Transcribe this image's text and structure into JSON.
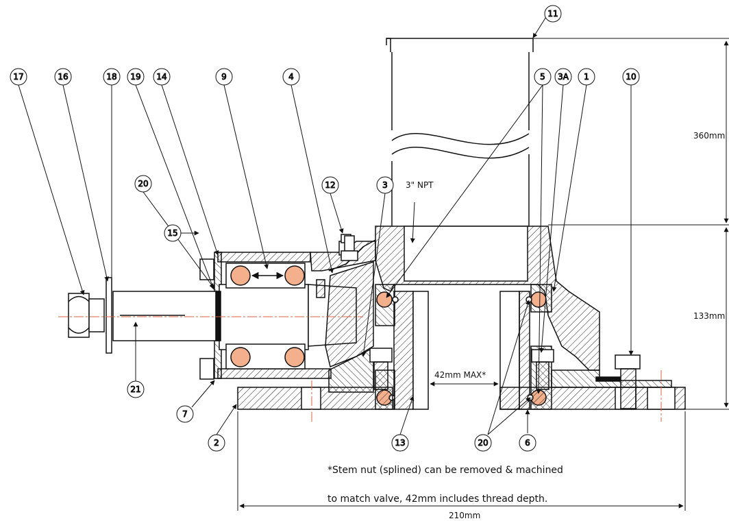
{
  "balloons": [
    "17",
    "16",
    "18",
    "19",
    "14",
    "9",
    "4",
    "20",
    "12",
    "3",
    "5",
    "3A",
    "1",
    "10",
    "11",
    "15",
    "21",
    "7",
    "2",
    "13",
    "20",
    "6"
  ],
  "labels": {
    "npt": "3\" NPT",
    "dim_360": "360mm",
    "dim_133": "133mm",
    "dim_42": "42mm MAX*",
    "dim_210": "210mm"
  },
  "note": {
    "line1": "*Stem nut (splined) can be removed & machined",
    "line2": "to match valve, 42mm includes thread depth."
  },
  "colors": {
    "bearing_ball": "#f4b08c",
    "centerline": "#e06040",
    "ink": "#111111"
  }
}
